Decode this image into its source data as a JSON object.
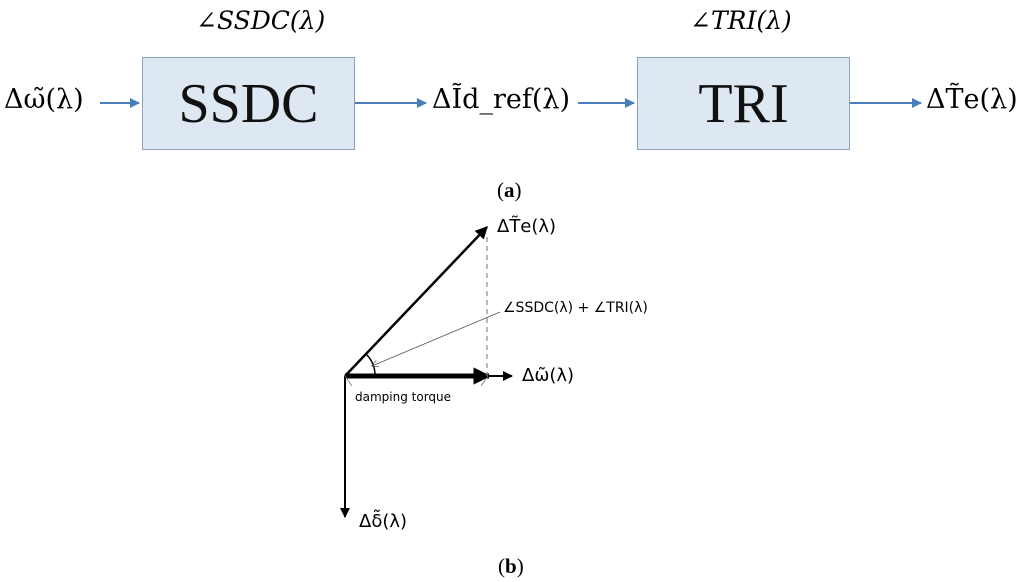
{
  "panel_a": {
    "ssdc_angle_label": "∠SSDC(λ)",
    "tri_angle_label": "∠TRI(λ)",
    "ssdc_block_label": "SSDC",
    "tri_block_label": "TRI",
    "input_signal": "Δω̃(λ)",
    "middle_signal": "ΔĨd_ref(λ)",
    "output_signal": "ΔT̃e(λ)",
    "arrow_color": "#4a7ebb",
    "block_fill": "#dde8f3"
  },
  "caption_a": {
    "open": "(",
    "letter": "a",
    "close": ")"
  },
  "panel_b": {
    "te_label": "ΔT̃e(λ)",
    "omega_label": "Δω̃(λ)",
    "delta_label": "Δδ̃(λ)",
    "angle_sum_label": "∠SSDC(λ) + ∠TRI(λ)",
    "damping_label": "damping torque"
  },
  "caption_b": {
    "open": "(",
    "letter": "b",
    "close": ")"
  }
}
